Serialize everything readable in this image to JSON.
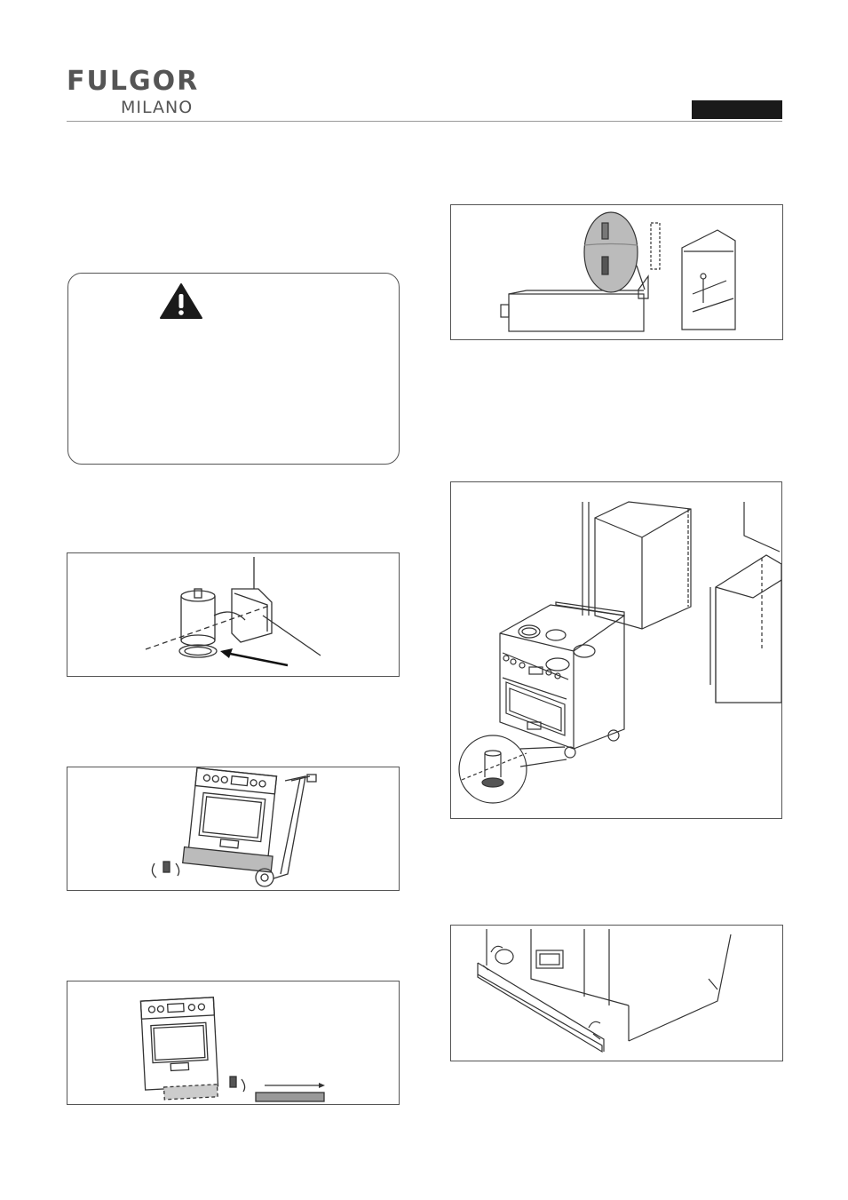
{
  "header": {
    "brand": "FULGOR",
    "brand_sub": "MILANO",
    "section_tab_color": "#1a1a1a"
  },
  "warning": {
    "icon": "warning-triangle-icon"
  },
  "figures": [
    {
      "id": "fig-leg-leveler",
      "icon": "adjustable-leg-icon"
    },
    {
      "id": "fig-hand-truck",
      "icon": "hand-truck-icon"
    },
    {
      "id": "fig-kickpanel-remove",
      "icon": "kickpanel-icon"
    },
    {
      "id": "fig-anti-tip-bracket",
      "icon": "anti-tip-bracket-icon"
    },
    {
      "id": "fig-range-installation",
      "icon": "range-installation-icon"
    },
    {
      "id": "fig-kickpanel-install",
      "icon": "kickpanel-install-icon"
    }
  ]
}
